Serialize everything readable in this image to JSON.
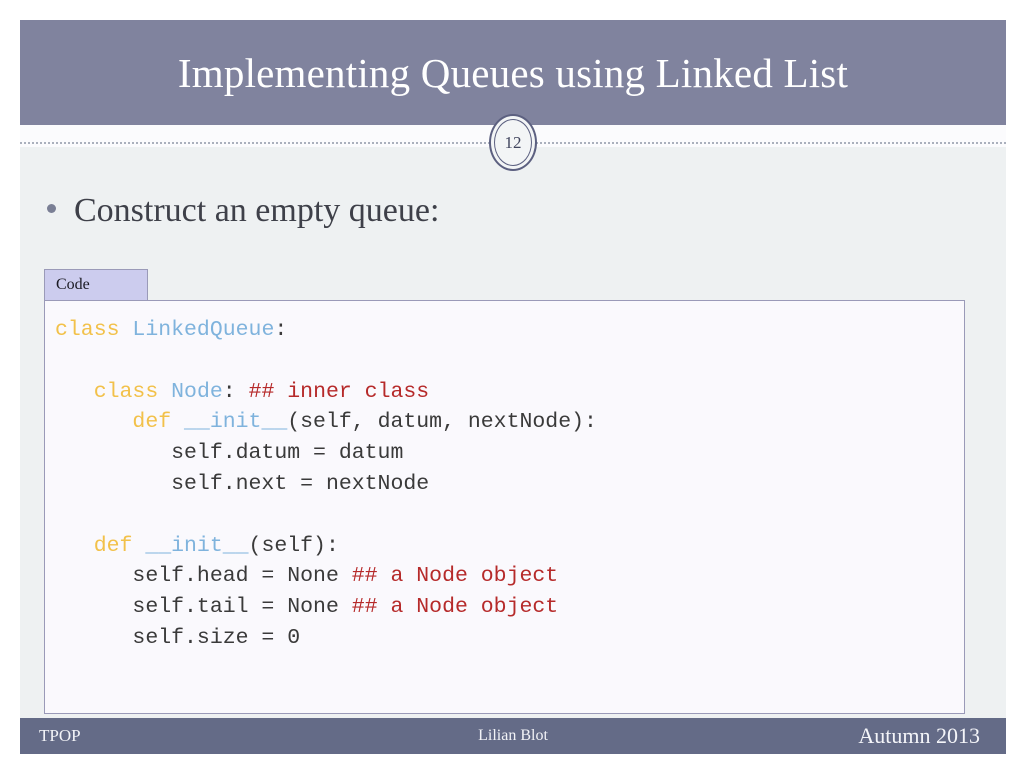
{
  "slide": {
    "title": "Implementing Queues using Linked List",
    "number": "12",
    "bullet": "Construct an empty queue:",
    "colors": {
      "title_band": "#80839e",
      "footer_bar": "#646b87",
      "slide_background": "#eef1f2",
      "code_panel_background": "#faf9fd",
      "code_tab_background": "#ccccee",
      "keyword": "#f2c14a",
      "identifier": "#7fb3dd",
      "comment": "#b62a2a",
      "code_plain": "#3a3a3a"
    }
  },
  "code_tab": {
    "label": "Code"
  },
  "code": {
    "language": "python",
    "lines": [
      [
        {
          "t": "class ",
          "c": "keyword"
        },
        {
          "t": "LinkedQueue",
          "c": "name"
        },
        {
          "t": ":",
          "c": "plain"
        }
      ],
      [],
      [
        {
          "t": "   ",
          "c": "plain"
        },
        {
          "t": "class ",
          "c": "keyword"
        },
        {
          "t": "Node",
          "c": "name"
        },
        {
          "t": ": ",
          "c": "plain"
        },
        {
          "t": "## inner class",
          "c": "comment"
        }
      ],
      [
        {
          "t": "      ",
          "c": "plain"
        },
        {
          "t": "def ",
          "c": "keyword"
        },
        {
          "t": "__init__",
          "c": "name"
        },
        {
          "t": "(self, datum, nextNode):",
          "c": "plain"
        }
      ],
      [
        {
          "t": "         self.datum = datum",
          "c": "plain"
        }
      ],
      [
        {
          "t": "         self.next = nextNode",
          "c": "plain"
        }
      ],
      [],
      [
        {
          "t": "   ",
          "c": "plain"
        },
        {
          "t": "def ",
          "c": "keyword"
        },
        {
          "t": "__init__",
          "c": "name"
        },
        {
          "t": "(self):",
          "c": "plain"
        }
      ],
      [
        {
          "t": "      self.head = None ",
          "c": "plain"
        },
        {
          "t": "## a Node object",
          "c": "comment"
        }
      ],
      [
        {
          "t": "      self.tail = None ",
          "c": "plain"
        },
        {
          "t": "## a Node object",
          "c": "comment"
        }
      ],
      [
        {
          "t": "      self.size = 0",
          "c": "plain"
        }
      ]
    ]
  },
  "footer": {
    "left": "TPOP",
    "center": "Lilian Blot",
    "right": "Autumn 2013"
  }
}
